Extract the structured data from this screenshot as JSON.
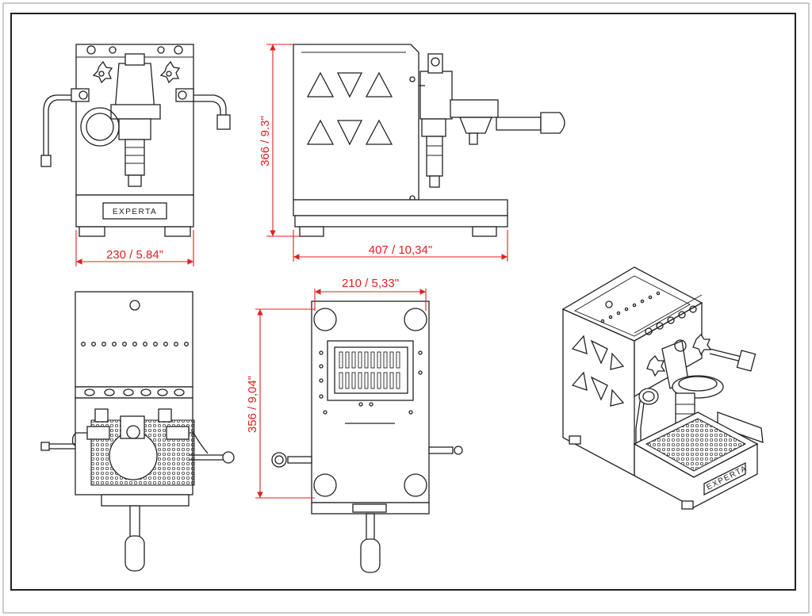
{
  "brand": "EXPERTA",
  "dimensions": {
    "front_width": "230 / 5.84\"",
    "side_height": "366 / 9.3\"",
    "side_depth": "407 / 10,34\"",
    "bottom_width": "210 / 5,33\"",
    "bottom_depth": "356 / 9,04\""
  },
  "colors": {
    "dimension_line": "#e02020",
    "drawing_line": "#222222",
    "frame": "#222222"
  }
}
